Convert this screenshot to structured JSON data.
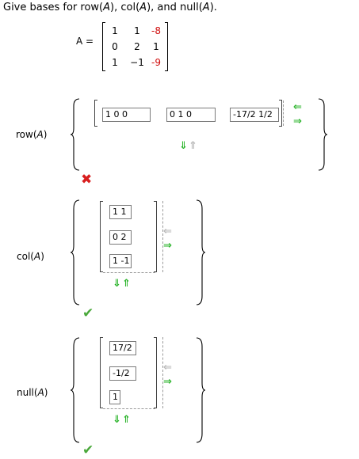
{
  "question": {
    "prefix": "Give bases for row(",
    "a1": "A",
    "mid1": "), col(",
    "a2": "A",
    "mid2": "), and null(",
    "a3": "A",
    "suffix": ")."
  },
  "matrix": {
    "label": "A =",
    "rows": [
      [
        "1",
        "1",
        "-8"
      ],
      [
        "0",
        "2",
        "1"
      ],
      [
        "1",
        "−1",
        "-9"
      ]
    ],
    "highlight_color": "#d10f0f"
  },
  "row_section": {
    "label_prefix": "row(",
    "label_var": "A",
    "label_suffix": ")",
    "inputs": [
      "1 0 0",
      "0 1 0",
      "-17/2 1/2"
    ],
    "status": "incorrect",
    "status_icon": "x-mark-icon",
    "status_glyph": "✖"
  },
  "col_section": {
    "label_prefix": "col(",
    "label_var": "A",
    "label_suffix": ")",
    "inputs": [
      "1 1",
      "0 2",
      "1 -1"
    ],
    "status": "correct",
    "status_icon": "check-mark-icon",
    "status_glyph": "✔"
  },
  "null_section": {
    "label_prefix": "null(",
    "label_var": "A",
    "label_suffix": ")",
    "inputs": [
      "17/2",
      "-1/2",
      "1"
    ],
    "status": "correct",
    "status_icon": "check-mark-icon",
    "status_glyph": "✔"
  },
  "arrows": {
    "left": "⇐",
    "right": "⇒",
    "down": "⇓",
    "up": "⇑",
    "enabled_color": "#2db52d",
    "disabled_color": "#b7b7b7"
  }
}
